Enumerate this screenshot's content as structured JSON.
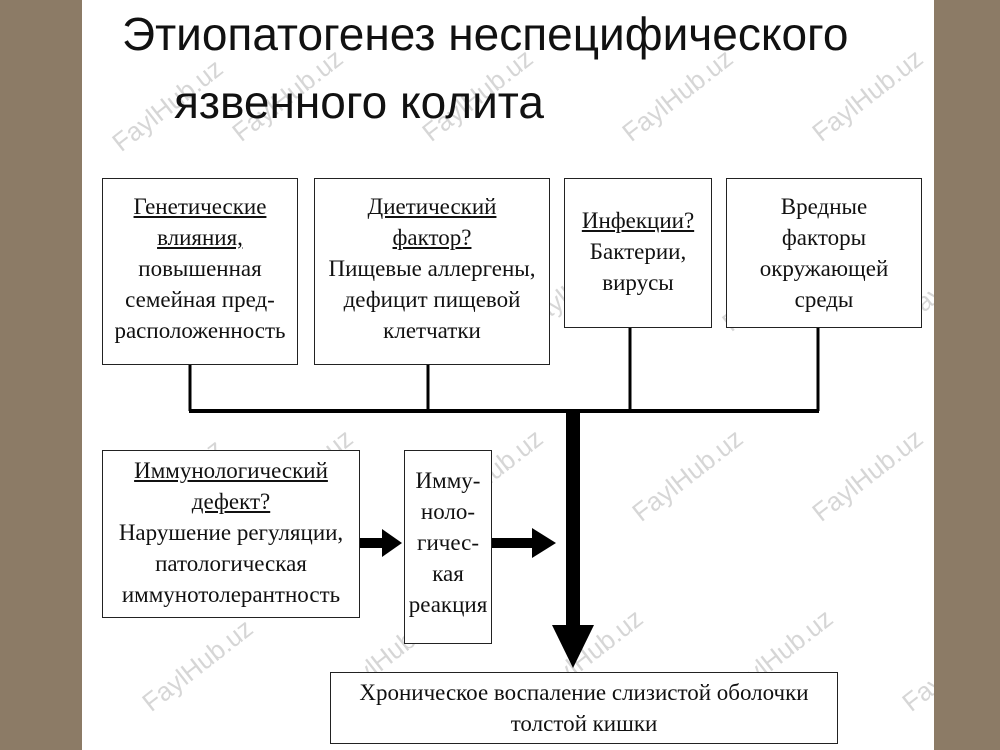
{
  "title": {
    "line1": "Этиопатогенез неспецифического",
    "line2": "язвенного колита"
  },
  "boxes": {
    "genetic": {
      "lines": [
        "Генетические",
        "влияния,",
        "повышенная",
        "семейная пред-",
        "расположенность"
      ]
    },
    "diet": {
      "lines": [
        "Диетический",
        "фактор?",
        "Пищевые аллергены,",
        "дефицит пищевой",
        "клетчатки"
      ]
    },
    "infection": {
      "lines": [
        "Инфекции?",
        "Бактерии,",
        "вирусы"
      ]
    },
    "environment": {
      "lines": [
        "Вредные",
        "факторы",
        "окружающей",
        "среды"
      ]
    },
    "immune_defect": {
      "lines": [
        "Иммунологический",
        "дефект?",
        "Нарушение регуляции,",
        "патологическая",
        "иммунотолерантность"
      ]
    },
    "immune_reaction": {
      "lines": [
        "Имму-",
        "ноло-",
        "гичес-",
        "кая",
        "реакция"
      ]
    },
    "result": {
      "lines": [
        "Хроническое воспаление слизистой оболочки",
        "толстой кишки"
      ]
    }
  },
  "watermark": {
    "text": "FaylHub.uz"
  },
  "colors": {
    "background": "#8c7b66",
    "slide": "#ffffff",
    "lines": "#000000"
  }
}
